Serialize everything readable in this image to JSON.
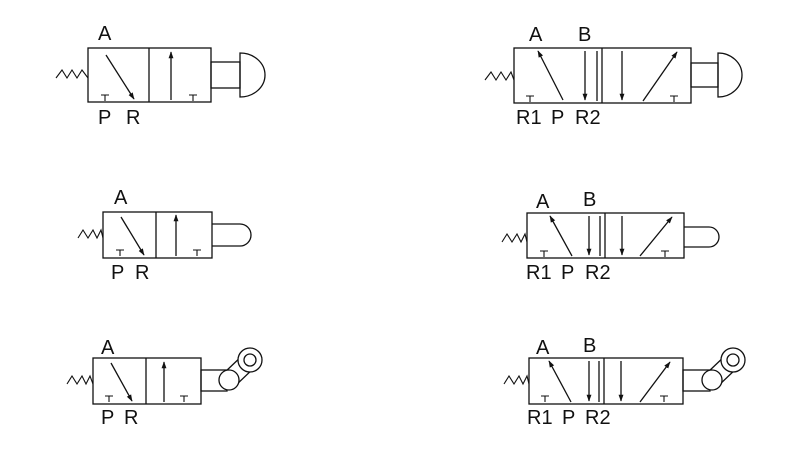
{
  "diagram": {
    "valves": [
      {
        "name": "3-2-valve-push-button",
        "ports": {
          "top_a": "A",
          "bottom_p": "P",
          "bottom_r": "R"
        }
      },
      {
        "name": "5-2-valve-push-button",
        "ports": {
          "top_a": "A",
          "top_b": "B",
          "bottom_r1": "R1",
          "bottom_p": "P",
          "bottom_r2": "R2"
        }
      },
      {
        "name": "3-2-valve-plunger",
        "ports": {
          "top_a": "A",
          "bottom_p": "P",
          "bottom_r": "R"
        }
      },
      {
        "name": "5-2-valve-plunger",
        "ports": {
          "top_a": "A",
          "top_b": "B",
          "bottom_r1": "R1",
          "bottom_p": "P",
          "bottom_r2": "R2"
        }
      },
      {
        "name": "3-2-valve-roller-lever",
        "ports": {
          "top_a": "A",
          "bottom_p": "P",
          "bottom_r": "R"
        }
      },
      {
        "name": "5-2-valve-roller-lever",
        "ports": {
          "top_a": "A",
          "top_b": "B",
          "bottom_r1": "R1",
          "bottom_p": "P",
          "bottom_r2": "R2"
        }
      }
    ]
  }
}
